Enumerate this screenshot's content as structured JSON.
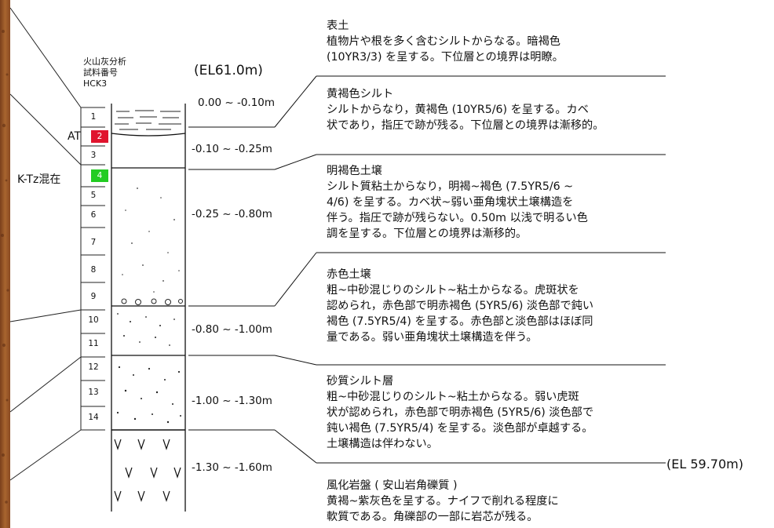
{
  "sample_header": [
    "火山灰分析",
    "試料番号",
    "HCK3"
  ],
  "elevation_top": "(EL61.0m)",
  "elevation_bottom": "(EL 59.70m)",
  "samples": [
    {
      "no": "1"
    },
    {
      "no": "2",
      "highlight": "#e0142e"
    },
    {
      "no": "3"
    },
    {
      "no": "4",
      "highlight": "#22cc22"
    },
    {
      "no": "5"
    },
    {
      "no": "6"
    },
    {
      "no": "7"
    },
    {
      "no": "8"
    },
    {
      "no": "9"
    },
    {
      "no": "10"
    },
    {
      "no": "11"
    },
    {
      "no": "12"
    },
    {
      "no": "13"
    },
    {
      "no": "14"
    }
  ],
  "side_labels": {
    "at": "AT",
    "ktz": "K-Tz混在"
  },
  "depths": [
    "0.00 ~ -0.10m",
    "-0.10 ~ -0.25m",
    "-0.25 ~ -0.80m",
    "-0.80 ~ -1.00m",
    "-1.00 ~ -1.30m",
    "-1.30 ~ -1.60m"
  ],
  "layers": [
    {
      "title": "表土",
      "body": "植物片や根を多く含むシルトからなる。暗褐色\n(10YR3/3) を呈する。下位層との境界は明瞭。"
    },
    {
      "title": "黄褐色シルト",
      "body": "シルトからなり，黄褐色 (10YR5/6) を呈する。カベ\n状であり，指圧で跡が残る。下位層との境界は漸移的。"
    },
    {
      "title": "明褐色土壌",
      "body": "シルト質粘土からなり，明褐~褐色 (7.5YR5/6 ~\n4/6) を呈する。カベ状~弱い亜角塊状土壌構造を\n伴う。指圧で跡が残らない。0.50m 以浅で明るい色\n調を呈する。下位層との境界は漸移的。"
    },
    {
      "title": "赤色土壌",
      "body": "粗~中砂混じりのシルト~粘土からなる。虎斑状を\n認められ，赤色部で明赤褐色 (5YR5/6) 淡色部で鈍い\n褐色 (7.5YR5/4) を呈する。赤色部と淡色部はほぼ同\n量である。弱い亜角塊状土壌構造を伴う。"
    },
    {
      "title": "砂質シルト層",
      "body": "粗~中砂混じりのシルト~粘土からなる。弱い虎斑\n状が認められ，赤色部で明赤褐色 (5YR5/6) 淡色部で\n鈍い褐色 (7.5YR5/4) を呈する。淡色部が卓越する。\n土壌構造は伴わない。"
    },
    {
      "title": "風化岩盤 ( 安山岩角礫質 )",
      "body": "黄褐~紫灰色を呈する。ナイフで削れる程度に\n軟質である。角礫部の一部に岩芯が残る。"
    }
  ]
}
